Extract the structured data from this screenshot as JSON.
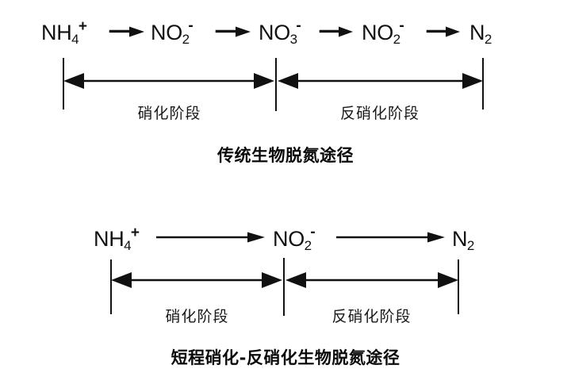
{
  "figure": {
    "background_color": "#ffffff",
    "ink_color": "#111111",
    "title_hidden": "Biological nitrogen removal pathways comparison"
  },
  "panels": [
    {
      "id": "conventional",
      "caption": "传统生物脱氮途径",
      "pathway": {
        "species": [
          {
            "formula": "NH",
            "sub": "4",
            "charge": "+"
          },
          {
            "formula": "NO",
            "sub": "2",
            "charge": "-"
          },
          {
            "formula": "NO",
            "sub": "3",
            "charge": "-"
          },
          {
            "formula": "NO",
            "sub": "2",
            "charge": "-"
          },
          {
            "formula": "N",
            "sub": "2",
            "charge": ""
          }
        ],
        "arrow_count": 4,
        "arrow_style": "short-thick-right"
      },
      "stages": [
        {
          "label": "硝化阶段",
          "name": "nitrification-stage"
        },
        {
          "label": "反硝化阶段",
          "name": "denitrification-stage"
        }
      ],
      "tick_count": 3
    },
    {
      "id": "shortcut",
      "caption": "短程硝化-反硝化生物脱氮途径",
      "pathway": {
        "species": [
          {
            "formula": "NH",
            "sub": "4",
            "charge": "+"
          },
          {
            "formula": "NO",
            "sub": "2",
            "charge": "-"
          },
          {
            "formula": "N",
            "sub": "2",
            "charge": ""
          }
        ],
        "arrow_count": 2,
        "arrow_style": "long-thin-right"
      },
      "stages": [
        {
          "label": "硝化阶段",
          "name": "nitrification-stage"
        },
        {
          "label": "反硝化阶段",
          "name": "denitrification-stage"
        }
      ],
      "tick_count": 3
    }
  ]
}
